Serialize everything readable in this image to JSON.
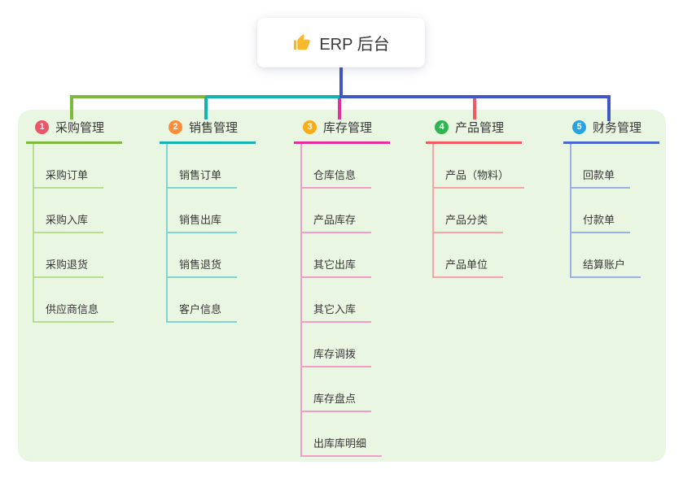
{
  "root": {
    "icon": "thumbs-up-icon",
    "label": "ERP 后台"
  },
  "colors": {
    "root_line": "#4356c5",
    "panel_bg": "#e9f6e2",
    "card_bg": "#ffffff",
    "text": "#383838",
    "thumb": "#f7b92c"
  },
  "branches": [
    {
      "number": "1",
      "label": "采购管理",
      "colors": {
        "badge": "#ec5565",
        "line": "#7cb93e",
        "child_line": "#b7dc92"
      },
      "children": [
        "采购订单",
        "采购入库",
        "采购退货",
        "供应商信息"
      ]
    },
    {
      "number": "2",
      "label": "销售管理",
      "colors": {
        "badge": "#fb8e3e",
        "line": "#13b3af",
        "child_line": "#7fd5d2"
      },
      "children": [
        "销售订单",
        "销售出库",
        "销售退货",
        "客户信息"
      ]
    },
    {
      "number": "3",
      "label": "库存管理",
      "colors": {
        "badge": "#fcad15",
        "line": "#e5309b",
        "child_line": "#f29cca"
      },
      "children": [
        "仓库信息",
        "产品库存",
        "其它出库",
        "其它入库",
        "库存调拨",
        "库存盘点",
        "出库库明细"
      ]
    },
    {
      "number": "4",
      "label": "产品管理",
      "colors": {
        "badge": "#2db54e",
        "line": "#f25a62",
        "child_line": "#f9a3a8"
      },
      "children": [
        "产品（物料）",
        "产品分类",
        "产品单位"
      ]
    },
    {
      "number": "5",
      "label": "财务管理",
      "colors": {
        "badge": "#29a3e0",
        "line": "#4a67cf",
        "child_line": "#9cafe7"
      },
      "children": [
        "回款单",
        "付款单",
        "结算账户"
      ]
    }
  ]
}
